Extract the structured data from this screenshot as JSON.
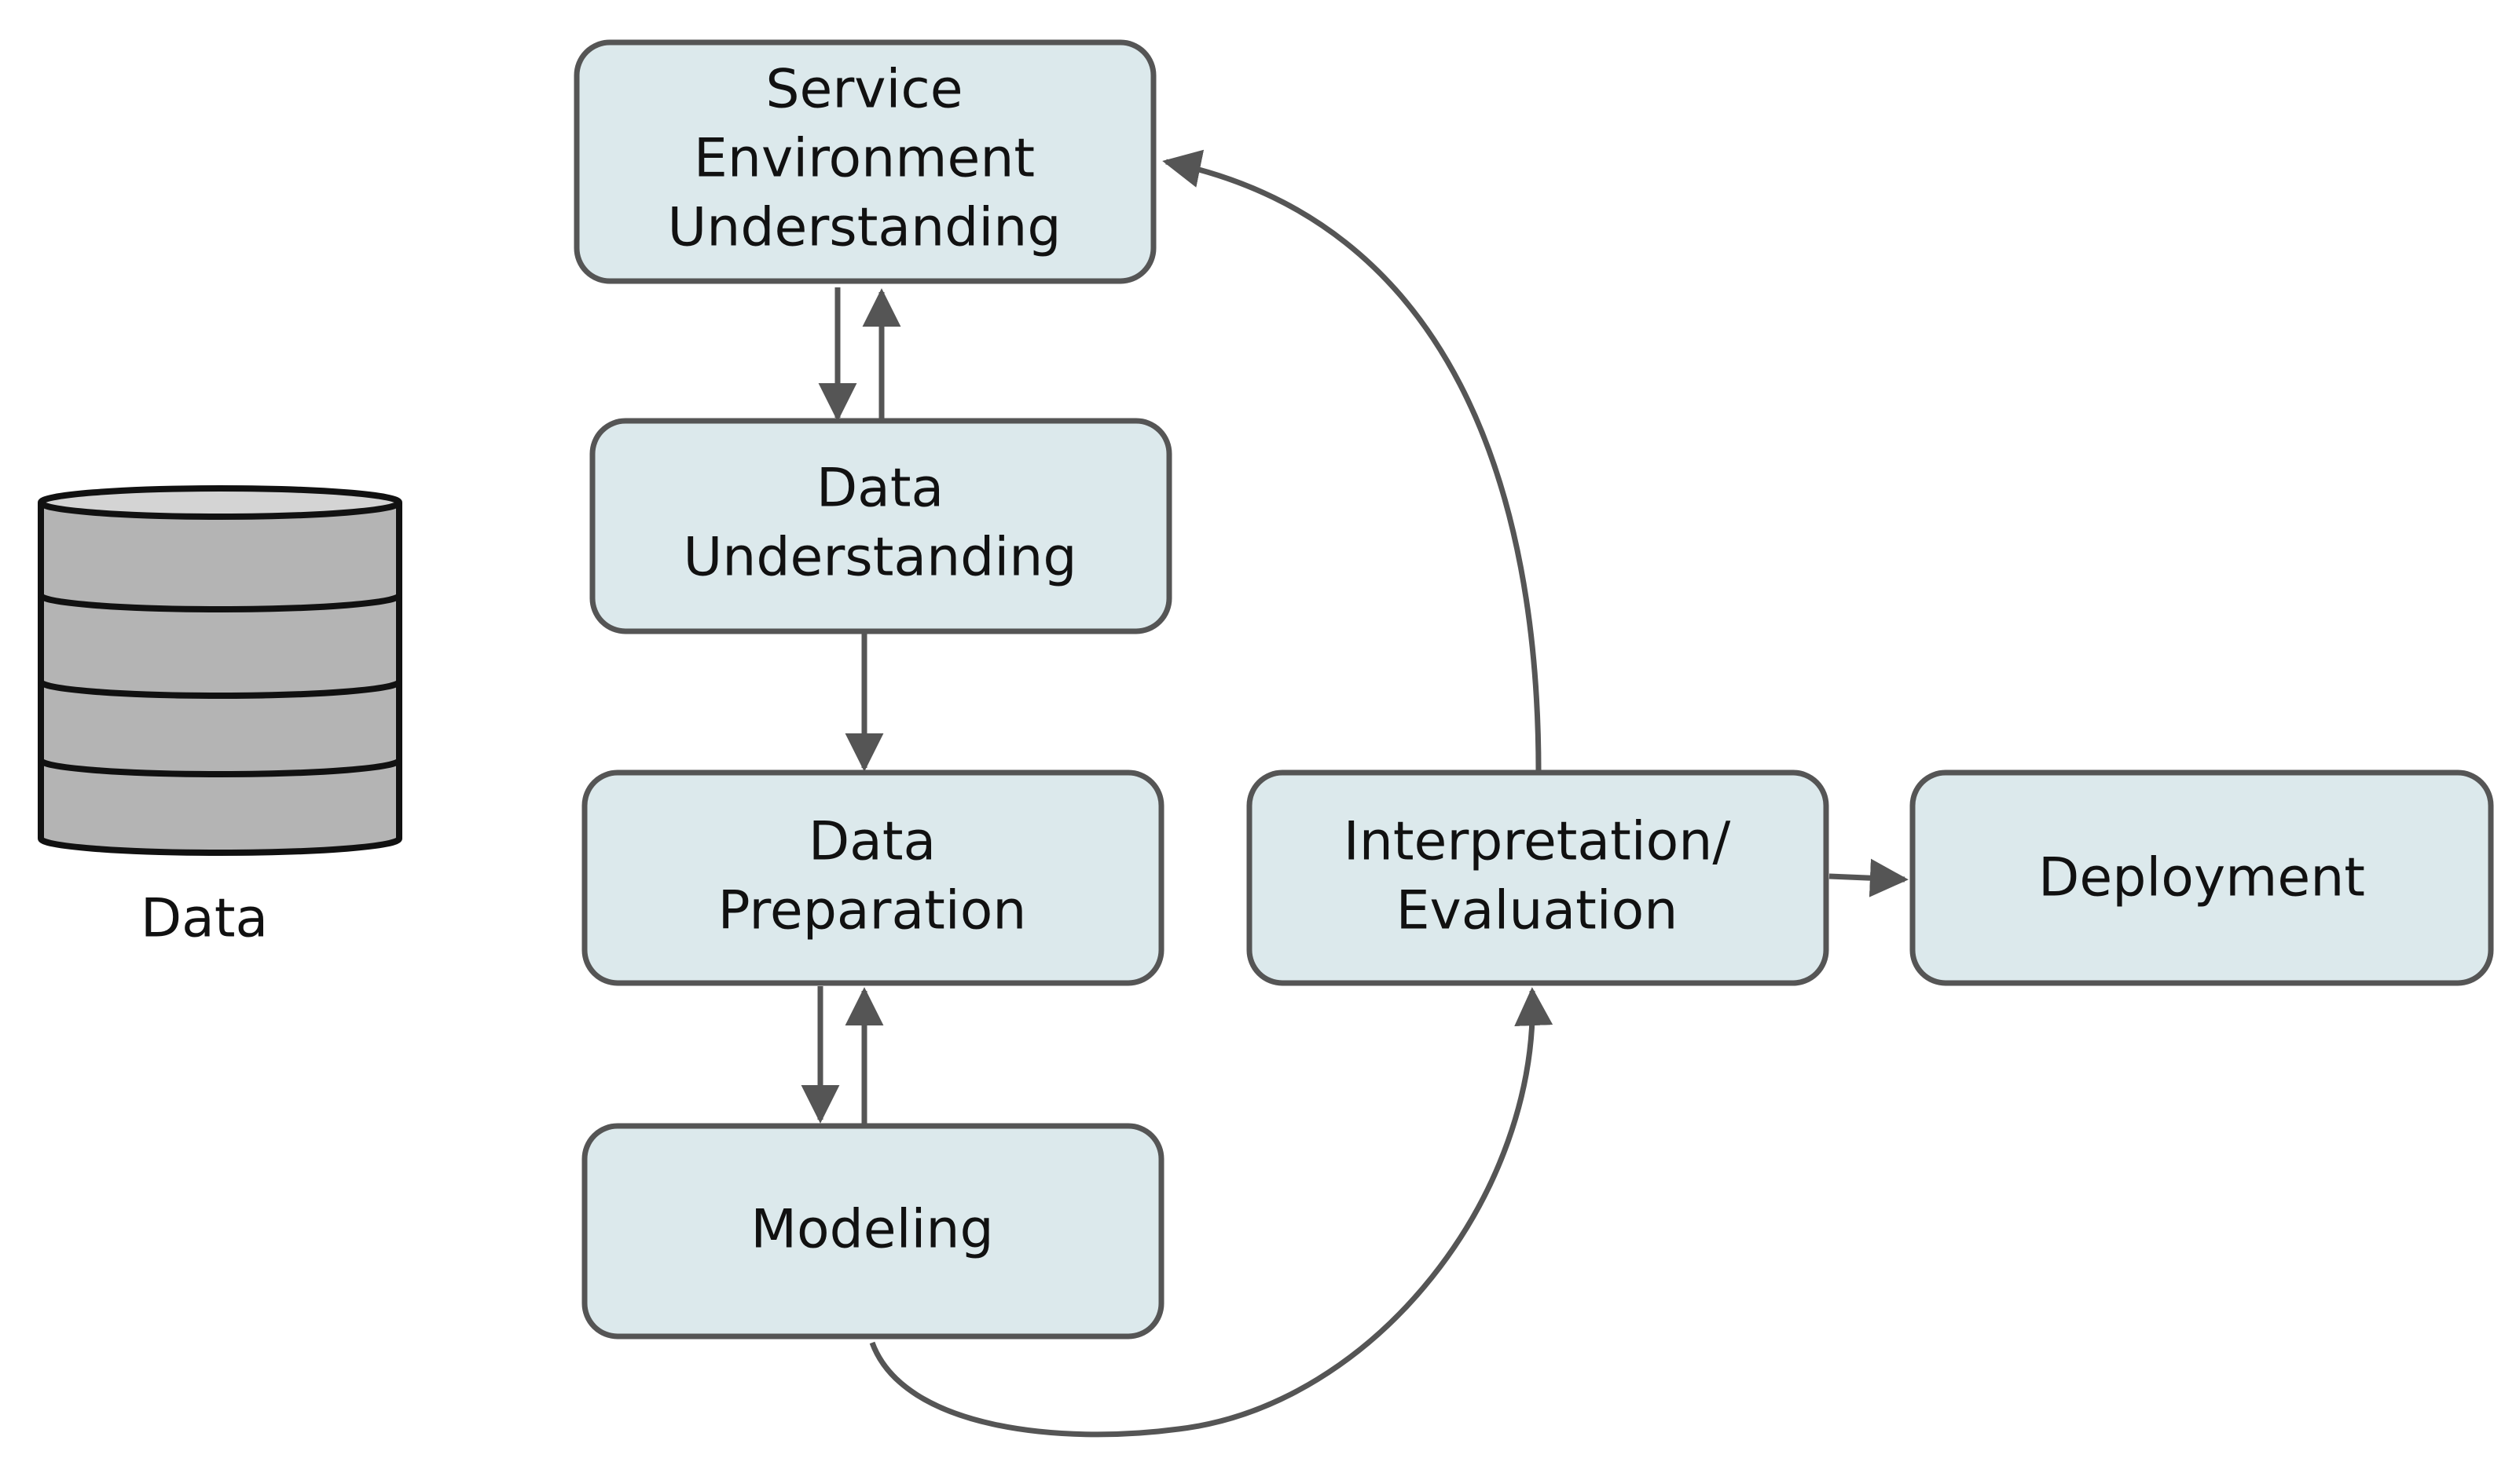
{
  "nodes": {
    "service_env": {
      "lines": [
        "Service",
        "Environment",
        "Understanding"
      ]
    },
    "data_understanding": {
      "lines": [
        "Data",
        "Understanding"
      ]
    },
    "data_preparation": {
      "lines": [
        "Data",
        "Preparation"
      ]
    },
    "modeling": {
      "lines": [
        "Modeling"
      ]
    },
    "interpretation": {
      "lines": [
        "Interpretation/",
        "Evaluation"
      ]
    },
    "deployment": {
      "lines": [
        "Deployment"
      ]
    }
  },
  "database": {
    "label": "Data"
  },
  "colors": {
    "box_fill": "#dce9ec",
    "box_stroke": "#555555",
    "arrow": "#555555",
    "db_fill": "#b4b4b4",
    "db_top": "#d4d4d4"
  }
}
